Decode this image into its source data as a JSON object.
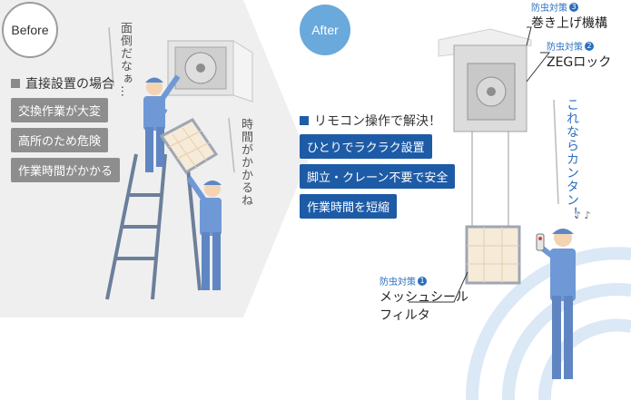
{
  "before": {
    "badge": "Before",
    "heading": "直接設置の場合",
    "items": [
      "交換作業が大変",
      "高所のため危険",
      "作業時間がかかる"
    ],
    "speech_top": "面倒だなぁ…",
    "speech_right": "時間がかかるね"
  },
  "after": {
    "badge": "After",
    "heading": "リモコン操作で解決！",
    "items": [
      "ひとりでラクラク設置",
      "脚立・クレーン不要で安全",
      "作業時間を短縮"
    ],
    "feature3": {
      "tag": "防虫対策",
      "num": "3",
      "title": "巻き上げ機構"
    },
    "feature2": {
      "tag": "防虫対策",
      "num": "2",
      "title": "ZEGロック"
    },
    "feature1": {
      "tag": "防虫対策",
      "num": "1",
      "title_line1": "メッシュシール",
      "title_line2": "フィルタ"
    },
    "slogan": "これならカンタン！"
  },
  "colors": {
    "before_bg": "#eeeeee",
    "gray_pill": "#8e8e8e",
    "blue_pill": "#1d5ba6",
    "accent_blue": "#2a6fc0",
    "after_badge": "#6aa9dc"
  }
}
